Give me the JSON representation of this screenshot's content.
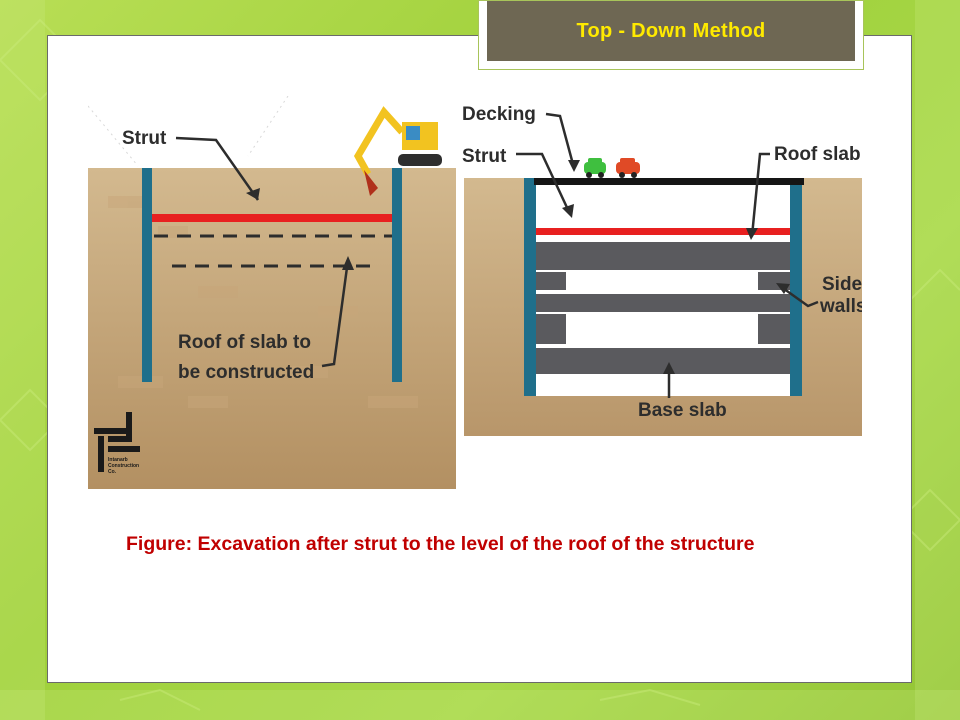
{
  "slide": {
    "title": "Top - Down Method",
    "caption": "Figure: Excavation after strut to the level of the roof of the structure"
  },
  "left_diagram": {
    "strut_label": "Strut",
    "roof_label_line1": "Roof of slab to",
    "roof_label_line2": "be constructed",
    "logo_text_line1": "Intanarb",
    "logo_text_line2": "Construction",
    "logo_text_line3": "Co."
  },
  "right_diagram": {
    "decking_label": "Decking",
    "strut_label": "Strut",
    "roof_slab_label": "Roof slab",
    "side_walls_line1": "Side",
    "side_walls_line2": "walls",
    "base_slab_label": "Base slab"
  },
  "colors": {
    "title_bg": "#6e6753",
    "title_text": "#ffea00",
    "caption_text": "#c00000",
    "soil": "#c8a878",
    "wall": "#1f6f8b",
    "strut": "#e82020",
    "slab": "#5a5a5e"
  }
}
